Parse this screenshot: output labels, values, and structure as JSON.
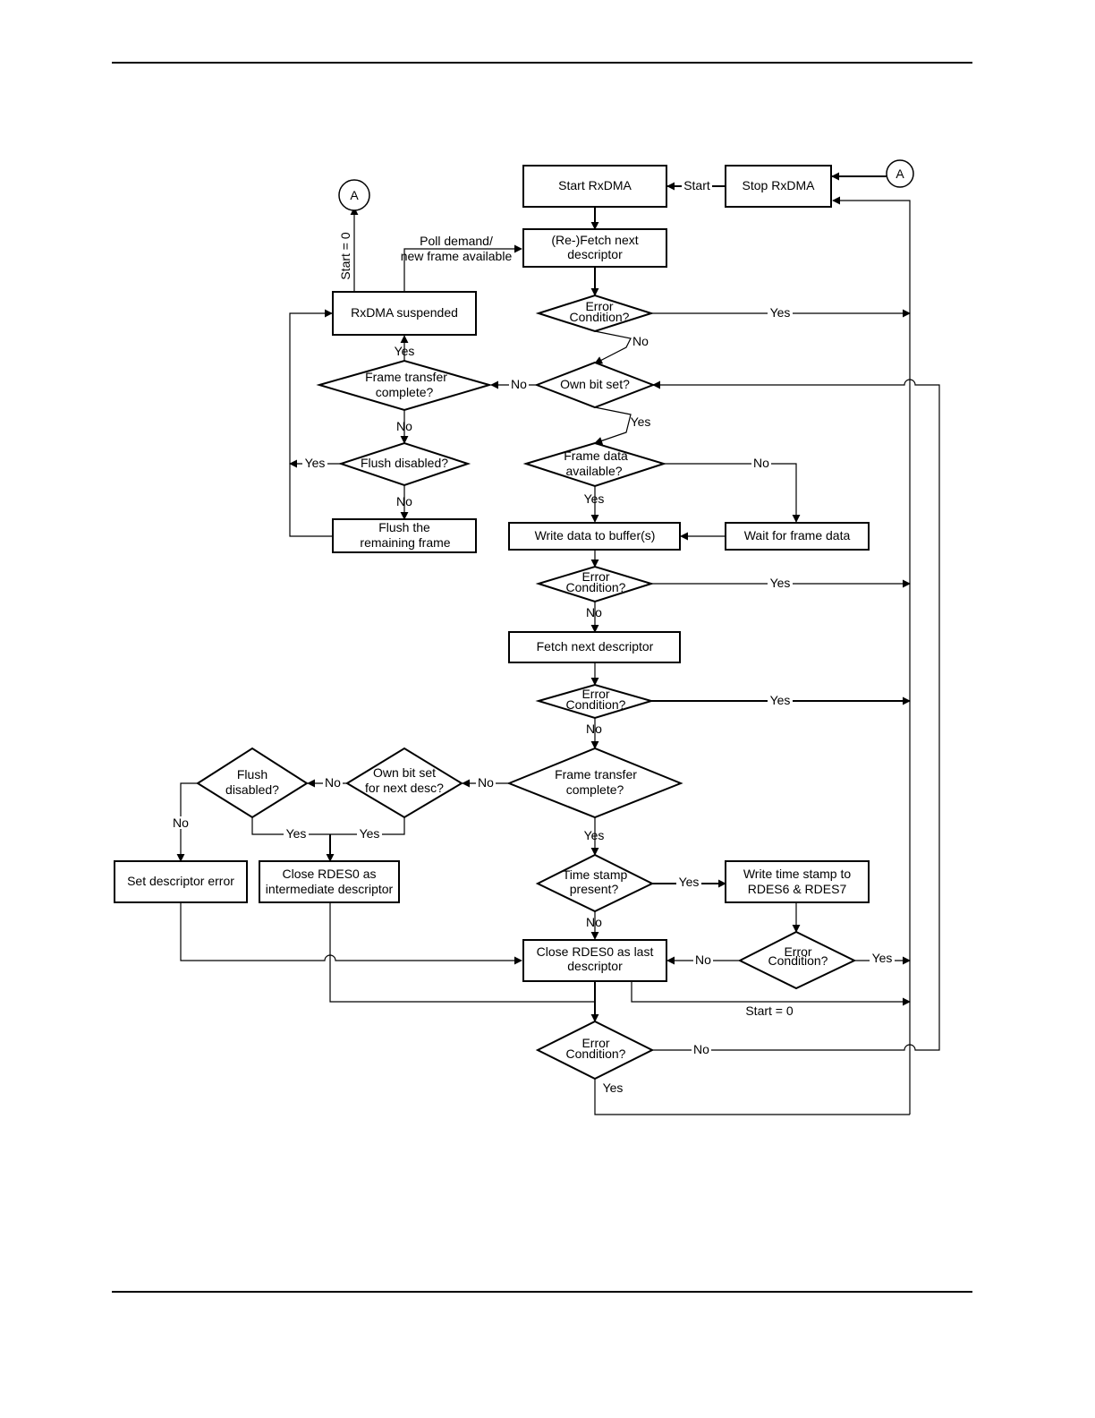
{
  "diagram": {
    "nodes": {
      "start_rxdma": "Start RxDMA",
      "stop_rxdma": "Stop RxDMA",
      "connector_a_right": "A",
      "connector_a_left": "A",
      "refetch_desc": [
        "(Re-)Fetch next",
        "descriptor"
      ],
      "error_cond_1": [
        "Error",
        "Condition?"
      ],
      "rxdma_suspended": "RxDMA suspended",
      "own_bit_set": "Own bit set?",
      "frame_transfer_complete_1": [
        "Frame transfer",
        "complete?"
      ],
      "frame_data_available": [
        "Frame data",
        "available?"
      ],
      "flush_disabled_1": "Flush disabled?",
      "flush_remaining": [
        "Flush the",
        "remaining frame"
      ],
      "write_data_buffers": "Write data to buffer(s)",
      "wait_frame_data": "Wait for frame data",
      "error_cond_2": [
        "Error",
        "Condition?"
      ],
      "fetch_next_desc": "Fetch next descriptor",
      "error_cond_3": [
        "Error",
        "Condition?"
      ],
      "frame_transfer_complete_2": [
        "Frame transfer",
        "complete?"
      ],
      "own_bit_next_desc": [
        "Own bit set",
        "for next desc?"
      ],
      "flush_disabled_2": [
        "Flush",
        "disabled?"
      ],
      "set_desc_error": "Set descriptor error",
      "close_intermediate": [
        "Close RDES0 as",
        "intermediate descriptor"
      ],
      "time_stamp_present": [
        "Time stamp",
        "present?"
      ],
      "write_time_stamp": [
        "Write time stamp to",
        "RDES6 & RDES7"
      ],
      "close_last": [
        "Close RDES0 as last",
        "descriptor"
      ],
      "error_cond_4": [
        "Error",
        "Condition?"
      ],
      "error_cond_5": [
        "Error",
        "Condition?"
      ]
    },
    "edge_labels": {
      "start": "Start",
      "start_eq_0_vertical": "Start = 0",
      "poll_demand": [
        "Poll demand/",
        "new frame available"
      ],
      "yes": "Yes",
      "no": "No",
      "start_eq_0_bottom": "Start = 0"
    }
  }
}
